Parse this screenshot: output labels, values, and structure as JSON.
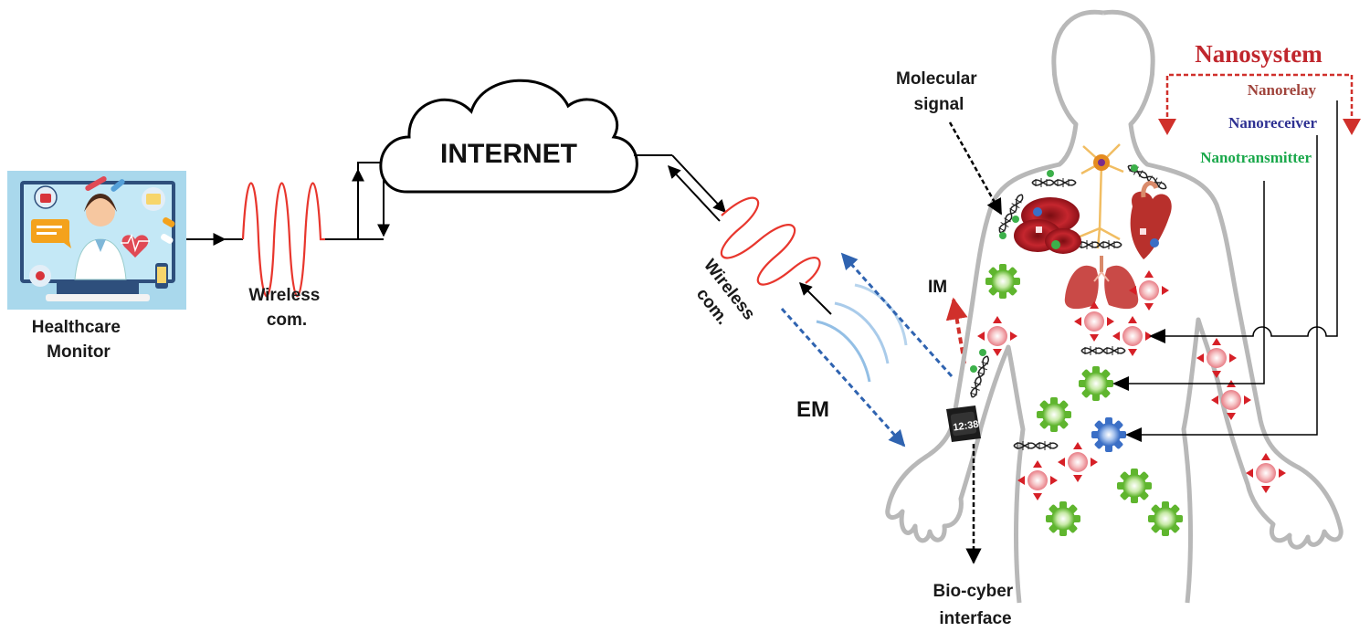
{
  "labels": {
    "healthcare_monitor_line1": "Healthcare",
    "healthcare_monitor_line2": "Monitor",
    "wireless_left_line1": "Wireless",
    "wireless_left_line2": "com.",
    "internet": "INTERNET",
    "wireless_right_line1": "Wireless",
    "wireless_right_line2": "com.",
    "em": "EM",
    "im": "IM",
    "molecular_line1": "Molecular",
    "molecular_line2": "signal",
    "biocyber_line1": "Bio-cyber",
    "biocyber_line2": "interface",
    "nanosystem": "Nanosystem",
    "nanorelay": "Nanorelay",
    "nanoreceiver": "Nanoreceiver",
    "nanotransmitter": "Nanotransmitter",
    "watch_display": "12:38"
  },
  "colors": {
    "nanosystem": "#c0272d",
    "nanorelay": "#a0443c",
    "nanoreceiver": "#2e3192",
    "nanotransmitter": "#1aa84b",
    "wave": "#e8362d",
    "em_arrow": "#2f63b0",
    "im_arrow": "#d0302b",
    "gear": "#5fb52e",
    "blue_gear": "#3b6fc6",
    "body_outline": "#b8b8b8"
  }
}
